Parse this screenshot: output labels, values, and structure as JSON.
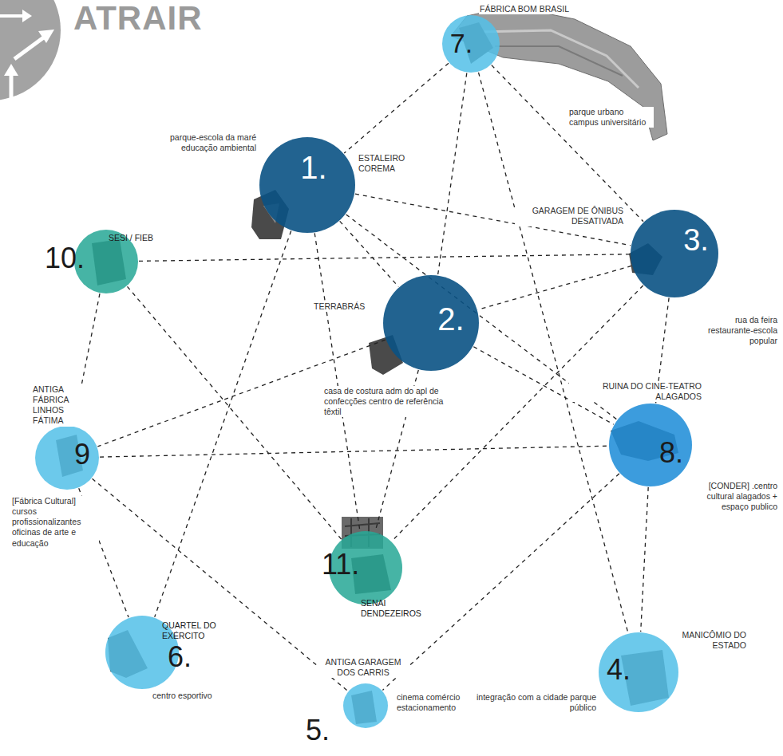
{
  "diagram": {
    "title": "ATRAIR",
    "nodes": [
      {
        "text": [
          "7.",
          "FÁBRICA BOM BRASIL",
          "parque urbano campus universitário"
        ]
      },
      {
        "text": [
          "1.",
          "ESTALEIRO COREMA",
          "parque-escola da maré educação ambiental"
        ]
      },
      {
        "text": [
          "3.",
          "GARAGEM DE ÔNIBUS DESATIVADA",
          "rua da feira restaurante-escola popular"
        ]
      },
      {
        "text": [
          "10.",
          "SESI / FIEB"
        ]
      },
      {
        "text": [
          "2.",
          "TERRABRÁS",
          "casa de costura adm do apl de confecções centro de referência têxtil"
        ]
      },
      {
        "text": [
          "9",
          "ANTIGA FÁBRICA LINHOS FÁTIMA",
          "[Fábrica Cultural] cursos profissionalizantes oficinas de arte e educação"
        ]
      },
      {
        "text": [
          "8.",
          "RUINA DO CINE-TEATRO ALAGADOS",
          "[CONDER] .centro cultural alagados + espaço publico"
        ]
      },
      {
        "text": [
          "11.",
          "SENAI DENDEZEIROS"
        ]
      },
      {
        "text": [
          "6.",
          "QUARTEL DO EXÉRCITO",
          "centro esportivo"
        ]
      },
      {
        "text": [
          "4.",
          "MANICÔMIO DO ESTADO",
          "integração com a cidade parque público"
        ]
      },
      {
        "text": [
          "5.",
          "ANTIGA GARAGEM DOS CARRIS",
          "cinema comércio estacionamento"
        ]
      }
    ],
    "edges": [
      {
        "from": 0,
        "to": 1,
        "arrow": "none"
      },
      {
        "from": 0,
        "to": 4,
        "arrow": "none"
      },
      {
        "from": 0,
        "to": 2,
        "arrow": "none"
      },
      {
        "from": 0,
        "to": 9,
        "arrow": "none"
      },
      {
        "from": 1,
        "to": 2,
        "arrow": "none"
      },
      {
        "from": 1,
        "to": 4,
        "arrow": "none"
      },
      {
        "from": 1,
        "to": 6,
        "arrow": "none"
      },
      {
        "from": 1,
        "to": 7,
        "arrow": "none"
      },
      {
        "from": 1,
        "to": 8,
        "arrow": "none"
      },
      {
        "from": 3,
        "to": 2,
        "arrow": "none"
      },
      {
        "from": 2,
        "to": 4,
        "arrow": "none"
      },
      {
        "from": 2,
        "to": 6,
        "arrow": "none"
      },
      {
        "from": 2,
        "to": 7,
        "arrow": "none"
      },
      {
        "from": 4,
        "to": 5,
        "arrow": "none"
      },
      {
        "from": 4,
        "to": 6,
        "arrow": "none"
      },
      {
        "from": 4,
        "to": 7,
        "arrow": "none"
      },
      {
        "from": 3,
        "to": 5,
        "arrow": "none"
      },
      {
        "from": 3,
        "to": 7,
        "arrow": "none"
      },
      {
        "from": 5,
        "to": 6,
        "arrow": "none"
      },
      {
        "from": 5,
        "to": 8,
        "arrow": "none"
      },
      {
        "from": 5,
        "to": 10,
        "arrow": "none"
      },
      {
        "from": 6,
        "to": 10,
        "arrow": "none"
      },
      {
        "from": 6,
        "to": 9,
        "arrow": "none"
      }
    ]
  }
}
